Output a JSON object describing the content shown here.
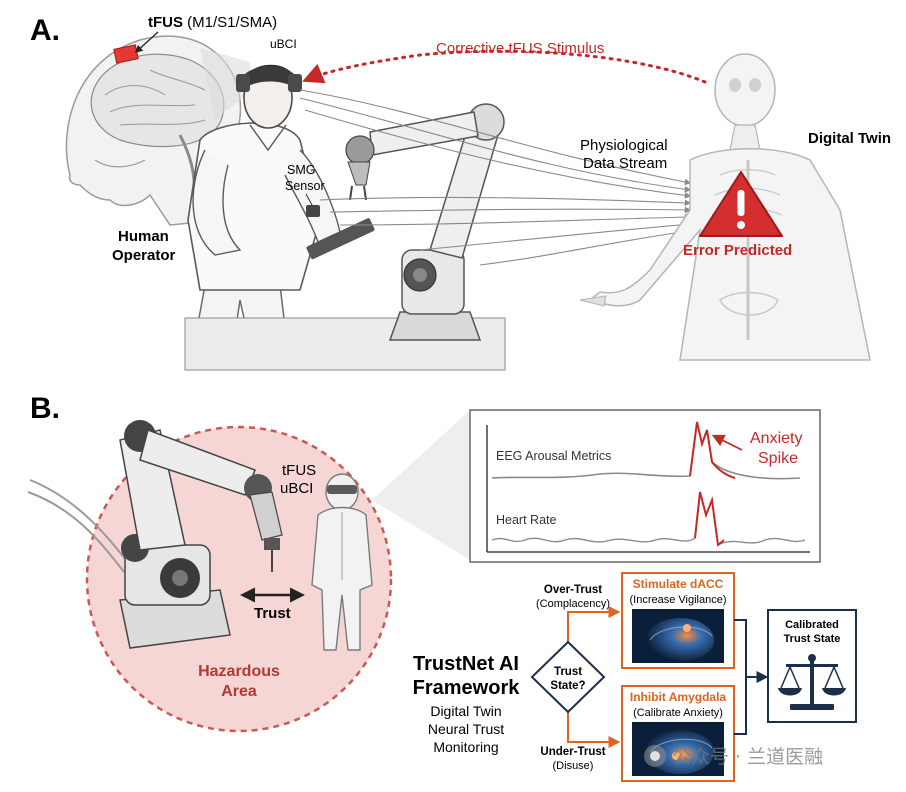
{
  "panel_a": {
    "label": "A.",
    "tfus_label_bold": "tFUS",
    "tfus_label_rest": " (M1/S1/SMA)",
    "ubci_label": "uBCI",
    "corrective_label": "Corrective tFUS Stimulus",
    "smg_line1": "SMG",
    "smg_line2": "Sensor",
    "human_line1": "Human",
    "human_line2": "Operator",
    "physio_line1": "Physiological",
    "physio_line2": "Data Stream",
    "digital_twin": "Digital Twin",
    "error_predicted": "Error Predicted"
  },
  "panel_b": {
    "label": "B.",
    "tfus_line1": "tFUS",
    "tfus_line2": "uBCI",
    "trust": "Trust",
    "hazard_line1": "Hazardous",
    "hazard_line2": "Area",
    "eeg_label": "EEG Arousal Metrics",
    "hr_label": "Heart Rate",
    "anxiety_line1": "Anxiety",
    "anxiety_line2": "Spike",
    "over_trust": "Over-Trust",
    "over_trust_sub": "(Complacency)",
    "under_trust": "Under-Trust",
    "under_trust_sub": "(Disuse)",
    "decision_line1": "Trust",
    "decision_line2": "State?",
    "stim_title": "Stimulate dACC",
    "stim_sub": "(Increase Vigilance)",
    "inhibit_title": "Inhibit Amygdala",
    "inhibit_sub": "(Calibrate Anxiety)",
    "calibrated_line1": "Calibrated",
    "calibrated_line2": "Trust State",
    "framework_line1": "TrustNet AI",
    "framework_line2": "Framework",
    "framework_desc1": "Digital Twin",
    "framework_desc2": "Neural Trust",
    "framework_desc3": "Monitoring"
  },
  "watermark": "公众号 · 兰道医融",
  "colors": {
    "accent_red": "#c62828",
    "accent_orange": "#e0641f",
    "navy": "#1c2f4a",
    "hazard_fill": "#f6d6d4",
    "line_gray": "#8a8a8a"
  }
}
